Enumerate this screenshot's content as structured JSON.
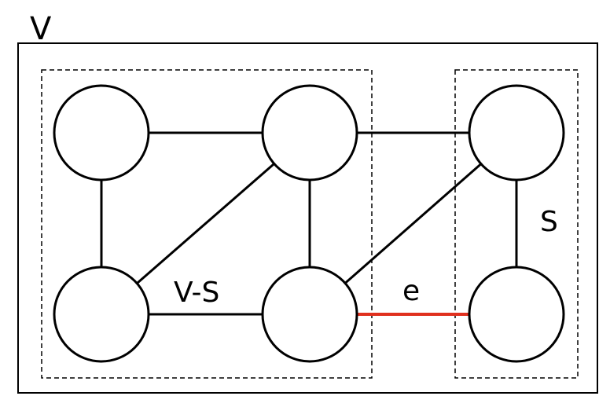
{
  "diagram": {
    "outer_label": "V",
    "left_set_label": "V-S",
    "right_set_label": "S",
    "cut_edge_label": "e",
    "colors": {
      "stroke": "#000000",
      "cut_edge": "#e0301e",
      "background": "#ffffff"
    },
    "nodes": [
      {
        "id": "n1",
        "set": "V-S"
      },
      {
        "id": "n2",
        "set": "V-S"
      },
      {
        "id": "n3",
        "set": "V-S"
      },
      {
        "id": "n4",
        "set": "V-S"
      },
      {
        "id": "n5",
        "set": "S"
      },
      {
        "id": "n6",
        "set": "S"
      }
    ],
    "edges": [
      {
        "from": "n1",
        "to": "n2",
        "cut": false
      },
      {
        "from": "n1",
        "to": "n3",
        "cut": false
      },
      {
        "from": "n2",
        "to": "n3",
        "cut": false
      },
      {
        "from": "n2",
        "to": "n4",
        "cut": false
      },
      {
        "from": "n3",
        "to": "n4",
        "cut": false
      },
      {
        "from": "n2",
        "to": "n5",
        "cut": false
      },
      {
        "from": "n4",
        "to": "n5",
        "cut": false
      },
      {
        "from": "n5",
        "to": "n6",
        "cut": false
      },
      {
        "from": "n4",
        "to": "n6",
        "cut": true
      }
    ]
  }
}
